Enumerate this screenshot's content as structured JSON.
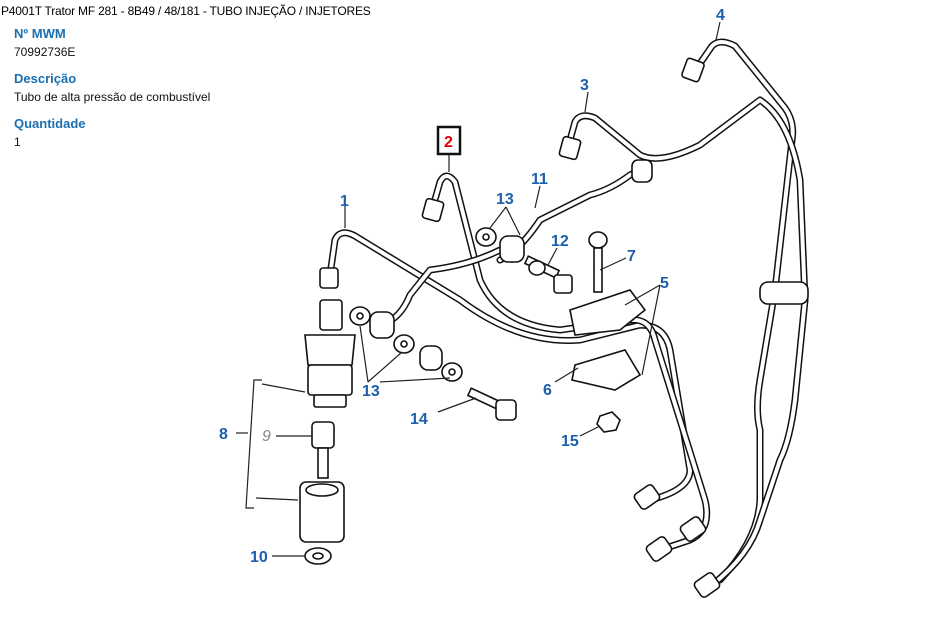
{
  "header": {
    "title": "P4001T Trator MF 281 - 8B49  /  48/181 - TUBO INJEÇÃO / INJETORES"
  },
  "part_info": {
    "mwm_label": "Nº MWM",
    "mwm_value": "70992736E",
    "description_label": "Descrição",
    "description_value": "Tubo de alta pressão de combustível",
    "quantity_label": "Quantidade",
    "quantity_value": "1"
  },
  "diagram": {
    "selected_callout": "2",
    "callouts": [
      {
        "id": "1",
        "label": "1"
      },
      {
        "id": "2",
        "label": "2"
      },
      {
        "id": "3",
        "label": "3"
      },
      {
        "id": "4",
        "label": "4"
      },
      {
        "id": "5",
        "label": "5"
      },
      {
        "id": "6",
        "label": "6"
      },
      {
        "id": "7",
        "label": "7"
      },
      {
        "id": "8",
        "label": "8"
      },
      {
        "id": "9",
        "label": "9"
      },
      {
        "id": "10",
        "label": "10"
      },
      {
        "id": "11",
        "label": "11"
      },
      {
        "id": "12",
        "label": "12"
      },
      {
        "id": "13a",
        "label": "13"
      },
      {
        "id": "13b",
        "label": "13"
      },
      {
        "id": "14",
        "label": "14"
      },
      {
        "id": "15",
        "label": "15"
      }
    ],
    "colors": {
      "callout": "#1b5fae",
      "selected": "#e00000",
      "muted": "#8a8a8a"
    }
  }
}
